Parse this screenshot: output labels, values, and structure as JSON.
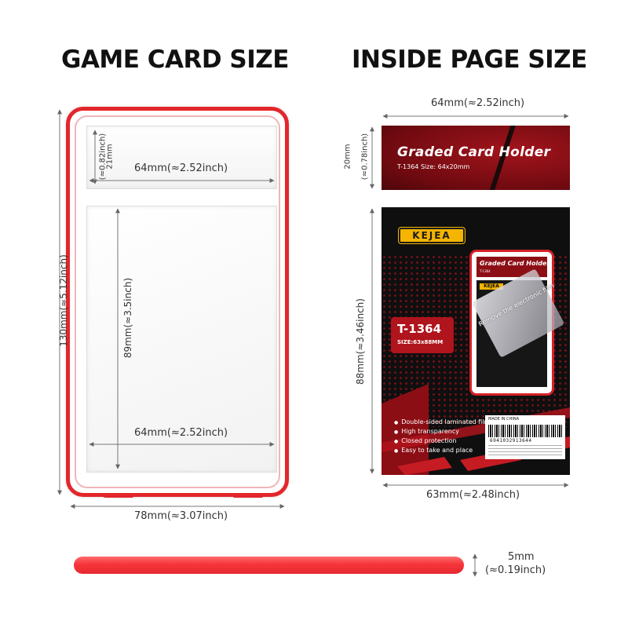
{
  "headings": {
    "game_card": "GAME CARD SIZE",
    "inside_page": "INSIDE PAGE SIZE"
  },
  "card_dims": {
    "height": "130mm(≈5.12inch)",
    "width": "78mm(≈3.07inch)",
    "top_slot_height": "21mm",
    "top_slot_height_inch": "(≈0.82inch)",
    "top_slot_width": "64mm(≈2.52inch)",
    "main_slot_height": "89mm(≈3.5inch)",
    "main_slot_width": "64mm(≈2.52inch)"
  },
  "insert_dims": {
    "label_width": "64mm(≈2.52inch)",
    "label_height": "20mm",
    "label_height_inch": "(≈0.78inch)",
    "page_height": "88mm(≈3.46inch)",
    "page_width": "63mm(≈2.48inch)"
  },
  "insert_label": {
    "title": "Graded Card Holder",
    "subtitle": "T-1364   Size: 64x20mm"
  },
  "insert_page": {
    "brand": "KEJEA",
    "model": "T-1364",
    "size": "SIZE:63x88MM",
    "mini_title": "Graded Card Holder",
    "mini_sub": "T-1364",
    "film_text": "Remove the electronic film",
    "features": [
      "Double-sided laminated film",
      "High transparency",
      "Closed protection",
      "Easy to take and place"
    ],
    "made_in": "MADE IN CHINA",
    "barcode": "6941032913644"
  },
  "thickness": {
    "value": "5mm",
    "inch": "(≈0.19inch)"
  },
  "colors": {
    "accent_red": "#e3262b",
    "dark_red": "#6e0a10",
    "brand_yellow": "#f4b400"
  }
}
